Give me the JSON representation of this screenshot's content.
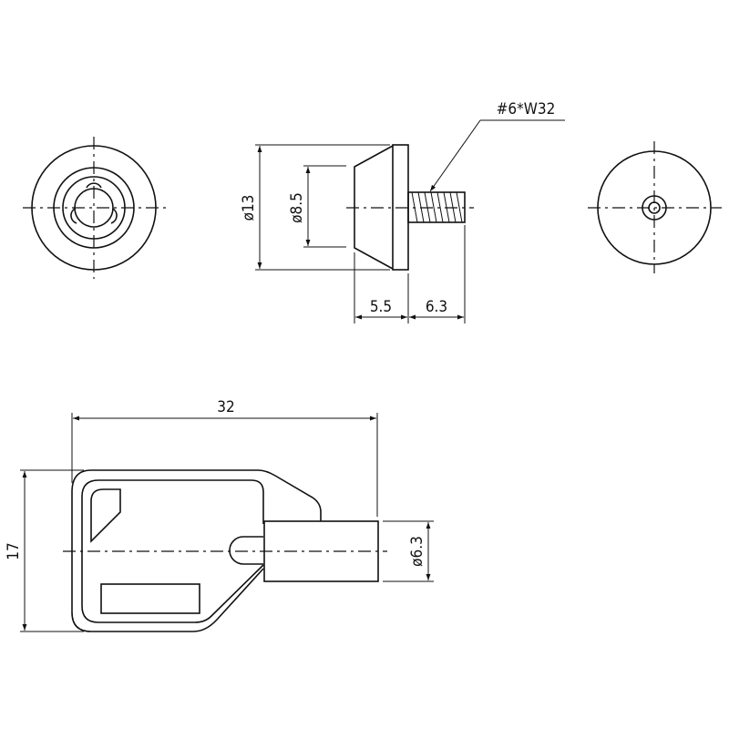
{
  "title": "Key and lock cylinder dimension drawing",
  "side_view": {
    "diameter_outer": "ø13",
    "diameter_inner": "ø8.5",
    "head_length": "5.5",
    "thread_length": "6.3",
    "thread_spec": "#6*W32"
  },
  "key_view": {
    "overall_length": "32",
    "overall_height": "17",
    "shaft_diameter": "ø6.3"
  },
  "colors": {
    "line": "#111111",
    "background": "#ffffff"
  }
}
